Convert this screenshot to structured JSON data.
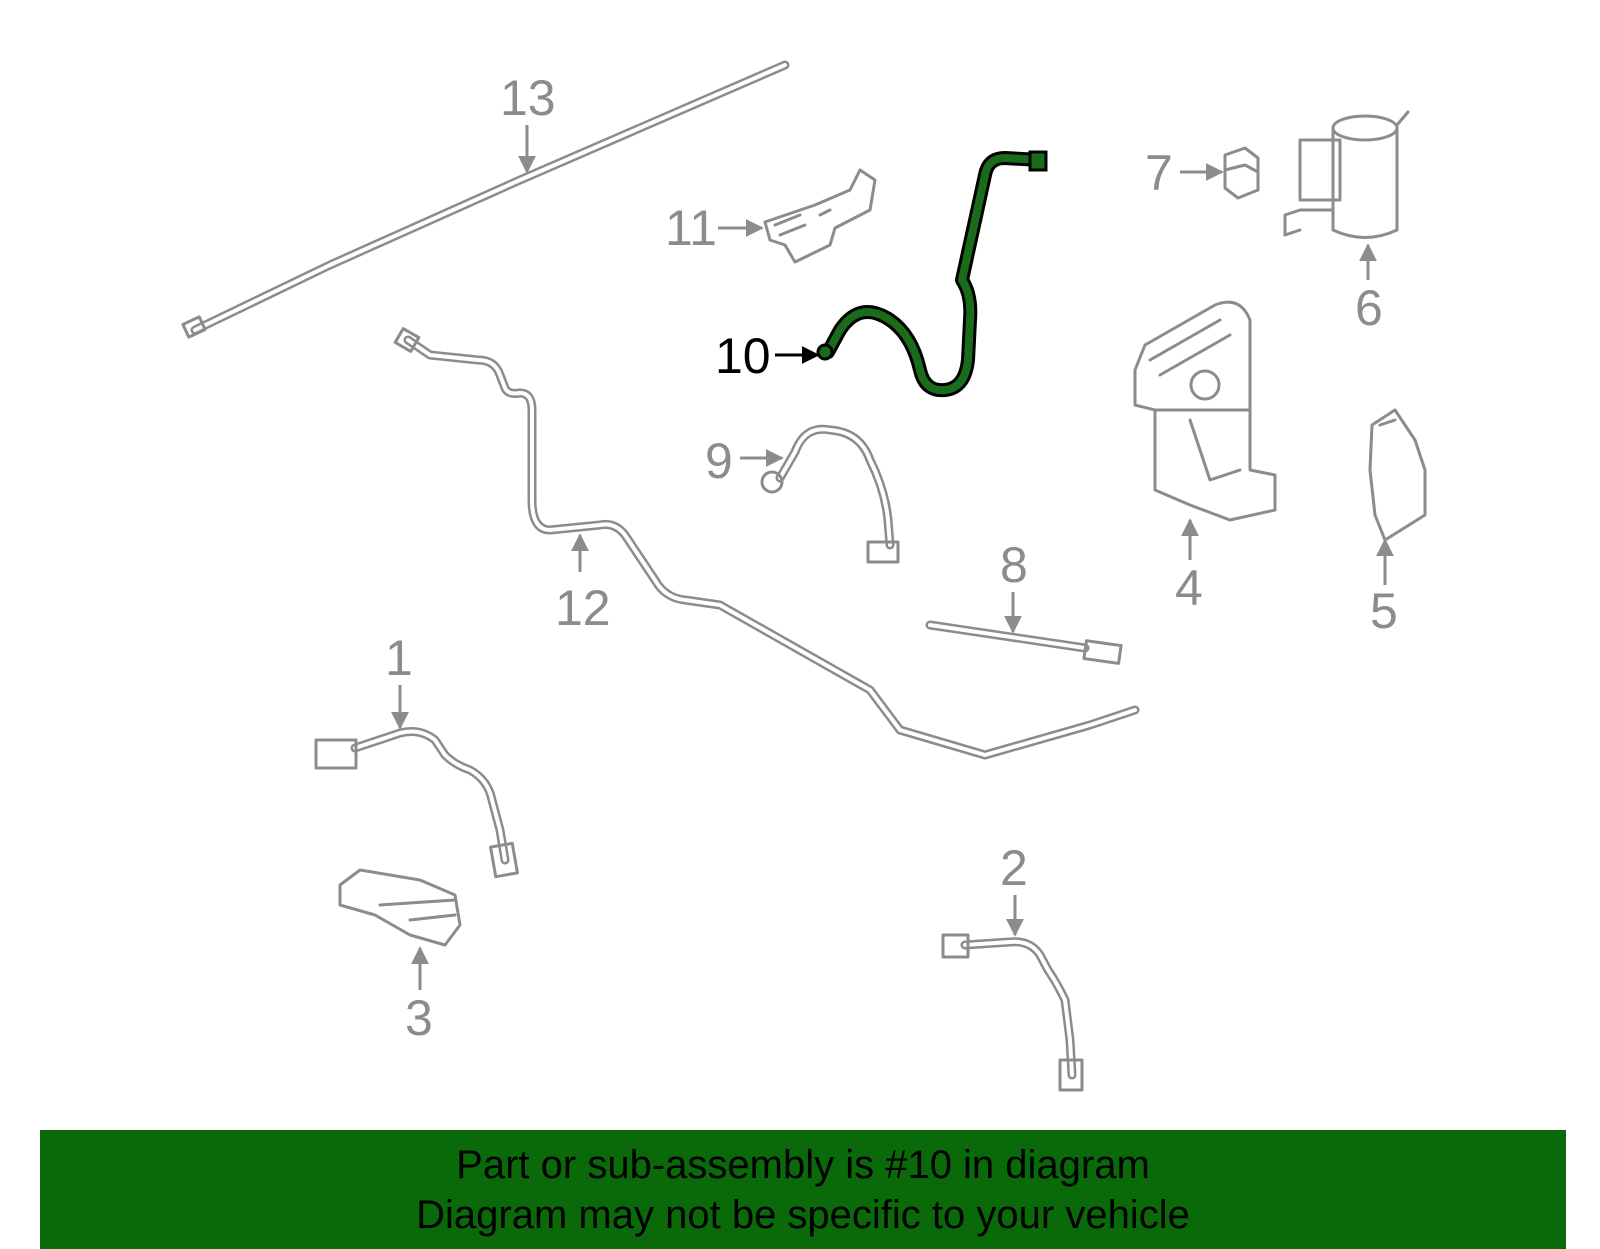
{
  "callouts": {
    "c1": "1",
    "c2": "2",
    "c3": "3",
    "c4": "4",
    "c5": "5",
    "c6": "6",
    "c7": "7",
    "c8": "8",
    "c9": "9",
    "c10": "10",
    "c11": "11",
    "c12": "12",
    "c13": "13"
  },
  "selected_part": "10",
  "colors": {
    "highlight": "#1a6b1a",
    "banner": "#0a6a0a",
    "line": "#8c8c8c"
  },
  "banner": {
    "line1": "Part or sub-assembly is #10 in diagram",
    "line2": "Diagram may not be specific to your vehicle"
  }
}
